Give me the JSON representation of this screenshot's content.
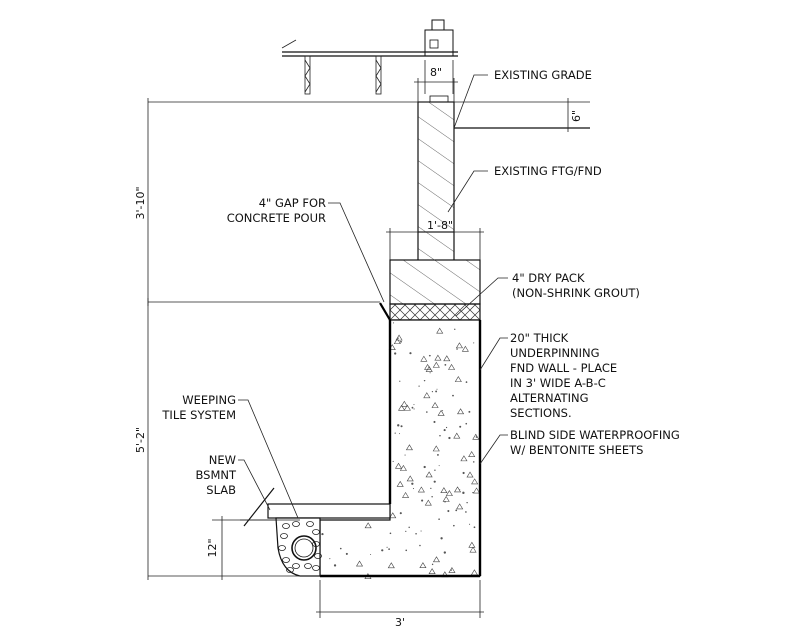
{
  "labels": {
    "existing_grade": "EXISTING GRADE",
    "existing_ftg": "EXISTING FTG/FND",
    "gap_line1": "4\" GAP FOR",
    "gap_line2": "CONCRETE POUR",
    "drypack_line1": "4\" DRY PACK",
    "drypack_line2": "(NON-SHRINK GROUT)",
    "underpin_line1": "20\" THICK",
    "underpin_line2": "UNDERPINNING",
    "underpin_line3": "FND WALL - PLACE",
    "underpin_line4": "IN 3' WIDE A-B-C",
    "underpin_line5": "ALTERNATING",
    "underpin_line6": "SECTIONS.",
    "waterproof_line1": "BLIND SIDE WATERPROOFING",
    "waterproof_line2": "W/ BENTONITE SHEETS",
    "weeping_line1": "WEEPING",
    "weeping_line2": "TILE SYSTEM",
    "slab_line1": "NEW",
    "slab_line2": "BSMNT",
    "slab_line3": "SLAB"
  },
  "dimensions": {
    "wall_width": "8\"",
    "grade_height": "6\"",
    "footing_width": "1'-8\"",
    "upper_height": "3'-10\"",
    "lower_height": "5'-2\"",
    "slab_depth": "12\"",
    "underpin_width": "3'"
  }
}
